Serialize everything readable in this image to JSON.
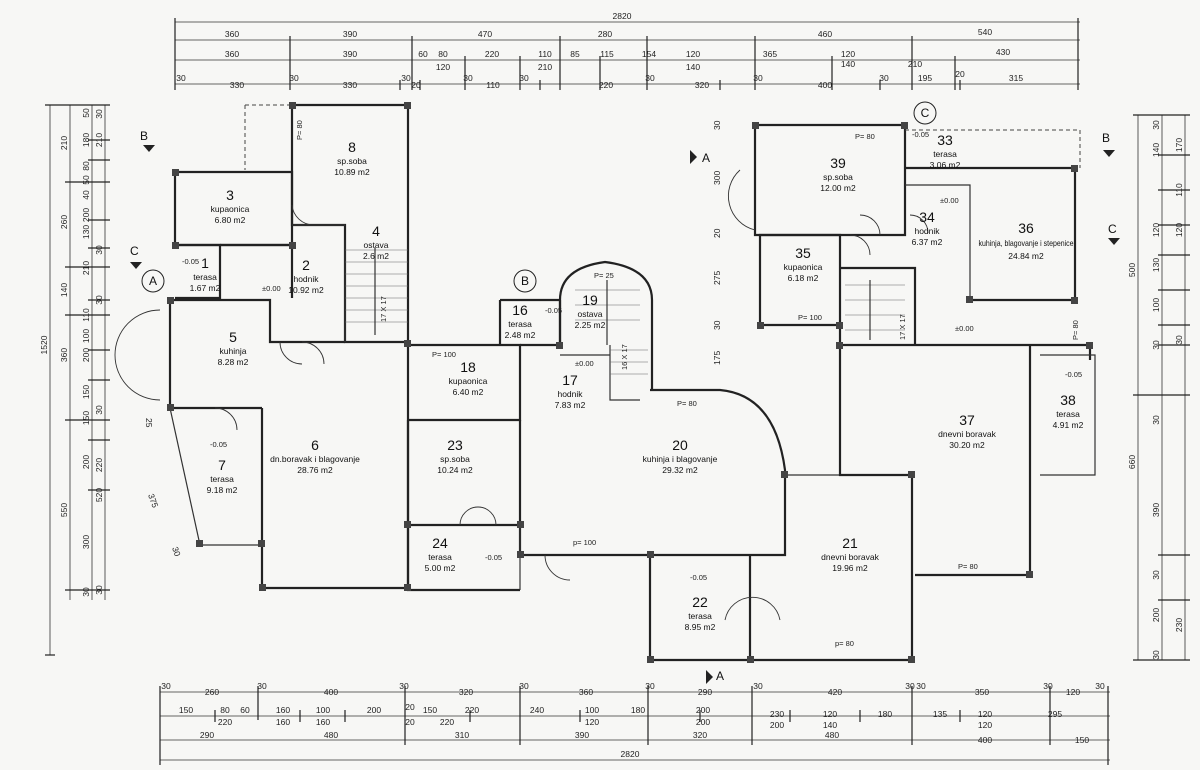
{
  "rooms": [
    {
      "num": "1",
      "name": "terasa",
      "area": "1.67 m2"
    },
    {
      "num": "2",
      "name": "hodnik",
      "area": "10.92 m2"
    },
    {
      "num": "3",
      "name": "kupaonica",
      "area": "6.80 m2"
    },
    {
      "num": "4",
      "name": "ostava",
      "area": "2.6 m2"
    },
    {
      "num": "5",
      "name": "kuhinja",
      "area": "8.28 m2"
    },
    {
      "num": "6",
      "name": "dn.boravak i blagovanje",
      "area": "28.76 m2"
    },
    {
      "num": "7",
      "name": "terasa",
      "area": "9.18 m2"
    },
    {
      "num": "8",
      "name": "sp.soba",
      "area": "10.89 m2"
    },
    {
      "num": "16",
      "name": "terasa",
      "area": "2.48 m2"
    },
    {
      "num": "17",
      "name": "hodnik",
      "area": "7.83 m2"
    },
    {
      "num": "18",
      "name": "kupaonica",
      "area": "6.40 m2"
    },
    {
      "num": "19",
      "name": "ostava",
      "area": "2.25 m2"
    },
    {
      "num": "20",
      "name": "kuhinja i blagovanje",
      "area": "29.32 m2"
    },
    {
      "num": "21",
      "name": "dnevni boravak",
      "area": "19.96 m2"
    },
    {
      "num": "22",
      "name": "terasa",
      "area": "8.95 m2"
    },
    {
      "num": "23",
      "name": "sp.soba",
      "area": "10.24 m2"
    },
    {
      "num": "24",
      "name": "terasa",
      "area": "5.00 m2"
    },
    {
      "num": "33",
      "name": "terasa",
      "area": "3.06 m2"
    },
    {
      "num": "34",
      "name": "hodnik",
      "area": "6.37 m2"
    },
    {
      "num": "35",
      "name": "kupaonica",
      "area": "6.18 m2"
    },
    {
      "num": "36",
      "name": "kuhinja, blagovanje i stepenice",
      "area": "24.84 m2"
    },
    {
      "num": "37",
      "name": "dnevni boravak",
      "area": "30.20 m2"
    },
    {
      "num": "38",
      "name": "terasa",
      "area": "4.91 m2"
    },
    {
      "num": "39",
      "name": "sp.soba",
      "area": "12.00 m2"
    }
  ],
  "markers": {
    "A": "A",
    "B": "B",
    "C": "C"
  },
  "levels": {
    "zero": "±0.00",
    "minus": "-0.05"
  },
  "dims_top": {
    "row1": [
      "2820"
    ],
    "row2": [
      "360",
      "390",
      "470",
      "280",
      "460",
      "540"
    ],
    "row3": [
      "360",
      "390",
      "60",
      "80",
      "220",
      "110",
      "85",
      "115",
      "154",
      "120",
      "365",
      "120",
      "430"
    ],
    "row3b": [
      "120",
      "210",
      "140",
      "140",
      "210"
    ],
    "row4": [
      "30",
      "330",
      "30",
      "330",
      "30",
      "20",
      "30",
      "110",
      "30",
      "220",
      "30",
      "320",
      "30",
      "400",
      "30",
      "195",
      "20",
      "315"
    ]
  },
  "dims_bottom": {
    "row1": [
      "30",
      "260",
      "30",
      "400",
      "30",
      "320",
      "30",
      "360",
      "30",
      "290",
      "30",
      "420",
      "30",
      "30",
      "350",
      "30",
      "120",
      "30"
    ],
    "row2": [
      "150",
      "80",
      "60",
      "160",
      "100",
      "200",
      "20",
      "150",
      "220",
      "240",
      "100",
      "180",
      "200",
      "230",
      "120",
      "180",
      "135",
      "120",
      "295"
    ],
    "row2b": [
      "220",
      "160",
      "160",
      "120",
      "220",
      "200",
      "200",
      "140",
      "120",
      "20"
    ],
    "row3": [
      "290",
      "480",
      "310",
      "390",
      "320",
      "480",
      "400",
      "150"
    ],
    "row4": [
      "2820"
    ]
  },
  "dims_left": {
    "outer": [
      "1520"
    ],
    "mid": [
      "210",
      "260",
      "140",
      "360",
      "550"
    ],
    "inner": [
      "50",
      "180",
      "80",
      "50",
      "40",
      "200",
      "80",
      "130",
      "210",
      "110",
      "100",
      "200",
      "150",
      "150",
      "200",
      "220",
      "520",
      "300",
      "30"
    ],
    "inner2": [
      "210",
      "30",
      "30",
      "30",
      "30",
      "30"
    ]
  },
  "dims_right": {
    "outer": [
      "500",
      "660"
    ],
    "mid": [
      "30",
      "140",
      "170",
      "110",
      "120",
      "130",
      "120",
      "100",
      "390",
      "200",
      "230"
    ],
    "inner": [
      "30",
      "30",
      "30",
      "30",
      "30"
    ]
  },
  "inner_dims": [
    "300",
    "20",
    "275",
    "175",
    "30",
    "375",
    "25",
    "30",
    "30"
  ],
  "window_notes": [
    "P= 80",
    "P= 100",
    "P= 25",
    "P= 80",
    "p= 100",
    "p= 80",
    "P= 100",
    "P= 80",
    "P= 80",
    "P= 80"
  ],
  "stair_notes": [
    "17 X 17",
    "16 X 17",
    "17 X 17"
  ]
}
